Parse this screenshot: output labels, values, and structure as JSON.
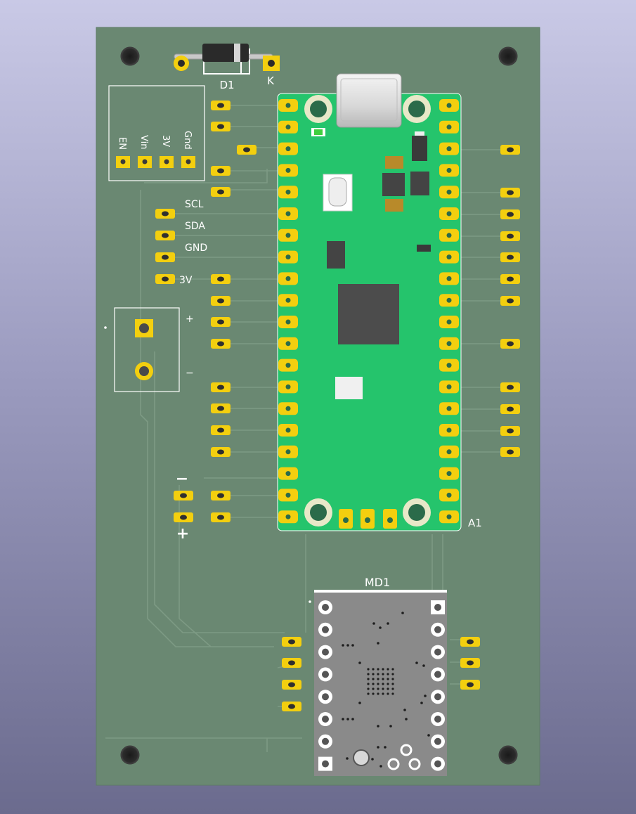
{
  "colors": {
    "background_top": "#c9c9e6",
    "background_bottom": "#6b6b8e",
    "board": "#6a8872",
    "trace": "#7e9b85",
    "pad_gold": "#f3cf0f",
    "silkscreen": "#ffffff",
    "pico_board": "#25c46c",
    "driver_board": "#8a8a8a",
    "chip": "#4c4c4c"
  },
  "labels": {
    "diode_ref": "D1",
    "diode_k": "K",
    "pico_ref": "A1",
    "driver_ref": "MD1",
    "conn_en": "EN",
    "conn_vin": "Vin",
    "conn_3v": "3V",
    "conn_gnd": "Gnd",
    "i2c_scl": "SCL",
    "i2c_sda": "SDA",
    "i2c_gnd": "GND",
    "i2c_3v": "3V",
    "pwr_plus": "+",
    "pwr_minus": "−",
    "batt_minus": "−",
    "batt_plus": "+"
  }
}
